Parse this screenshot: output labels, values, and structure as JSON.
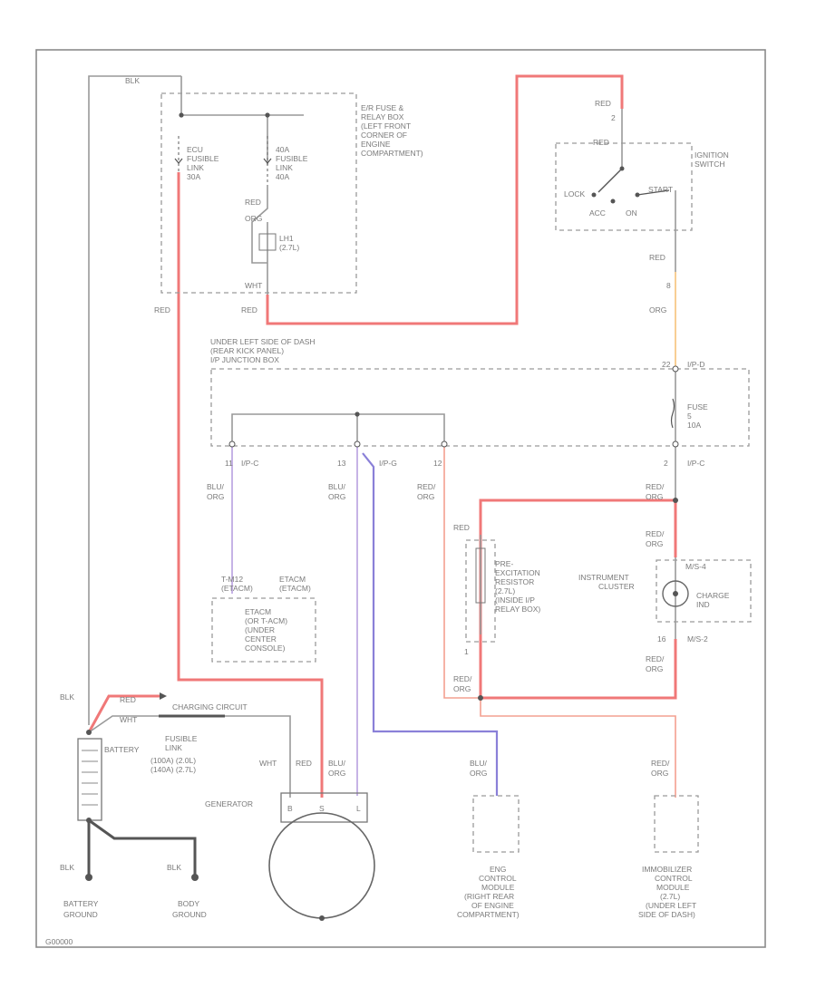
{
  "diagram": {
    "stamp": "G00000",
    "wire_labels": {
      "blk_top": "BLK",
      "red_fl1": "RED",
      "red_fl2": "RED",
      "orn_relay": "ORG",
      "wht_relay": "WHT",
      "red_left": "RED",
      "red_mid": "RED",
      "red_ign": "RED",
      "pin_ign_top": "2",
      "red_ign2": "RED",
      "ign_out": "RED",
      "pin_ign_bot": "8",
      "orn_ign": "ORG",
      "pin_fuse_top": "22",
      "pin_fuse_bot": "2",
      "conn_fuse_top": "I/P-D",
      "conn_fuse_bot": "I/P-C",
      "pin_11": "11",
      "pin_13": "13",
      "pin_12": "12",
      "conn_11": "I/P-C",
      "conn_13": "I/P-G",
      "blu_org_1": "BLU/",
      "blu_org_1b": "ORG",
      "blu_org_2": "BLU/",
      "blu_org_2b": "ORG",
      "red_org_12": "RED/",
      "red_org_12b": "ORG",
      "red_org_c": "RED/",
      "red_org_cb": "ORG",
      "red_res_top": "RED",
      "red_org_ic": "RED/",
      "red_org_icb": "ORG",
      "pin_res": "1",
      "red_org_res": "RED/",
      "red_org_resb": "ORG",
      "pin_ic_bot": "16",
      "conn_ic_bot": "M/S-2",
      "red_org_icb2": "RED/",
      "red_org_icb2b": "ORG",
      "blk_batt": "BLK",
      "red_batt": "RED",
      "wht_batt": "WHT",
      "blu_org_ecm": "BLU/",
      "blu_org_ecmb": "ORG",
      "red_org_imm": "RED/",
      "red_org_immb": "ORG",
      "wht_gen": "WHT",
      "red_gen": "RED",
      "blu_org_gen": "BLU/",
      "blu_org_genb": "ORG",
      "blk_bg": "BLK",
      "blk_body": "BLK"
    },
    "fuse_box": {
      "title": [
        "E/R FUSE &",
        "RELAY BOX",
        "(LEFT FRONT",
        "CORNER OF",
        "ENGINE",
        "COMPARTMENT)"
      ],
      "link1": [
        "ECU",
        "FUSIBLE",
        "LINK",
        "30A"
      ],
      "link2": [
        "40A",
        "FUSIBLE",
        "LINK",
        "40A"
      ],
      "relay": [
        "LH1",
        "(2.7L)"
      ]
    },
    "ignition": {
      "title": [
        "IGNITION",
        "SWITCH"
      ],
      "lock": "LOCK",
      "acc": "ACC",
      "on": "ON",
      "start": "START"
    },
    "dash_panel": {
      "title": [
        "UNDER LEFT SIDE OF DASH",
        "(REAR KICK PANEL)",
        "I/P JUNCTION BOX"
      ],
      "fuse": [
        "FUSE",
        "5",
        "10A"
      ]
    },
    "resistor": [
      "PRE-",
      "EXCITATION",
      "RESISTOR",
      "(2.7L)",
      "(INSIDE I/P",
      "RELAY BOX)"
    ],
    "cluster": {
      "label": [
        "INSTRUMENT",
        "CLUSTER"
      ],
      "conn": "M/S-4",
      "lamp": [
        "CHARGE",
        "IND"
      ]
    },
    "etacm": [
      "ETACM",
      "(OR T-ACM)",
      "(UNDER",
      "CENTER",
      "CONSOLE)"
    ],
    "etacm_pins": [
      "T-M12",
      "(ETACM)",
      "ETACM",
      "(ETACM)"
    ],
    "battery": {
      "label": "BATTERY",
      "fusible": [
        "FUSIBLE",
        "LINK",
        "(100A) (2.0L)",
        "(140A) (2.7L)"
      ],
      "circuit": "CHARGING CIRCUIT"
    },
    "generator": {
      "label": "GENERATOR",
      "pins": [
        "B",
        "S",
        "L"
      ]
    },
    "grounds": {
      "battery": [
        "BATTERY",
        "GROUND"
      ],
      "body": [
        "BODY",
        "GROUND"
      ]
    },
    "ecm": [
      "ENG",
      "CONTROL",
      "MODULE",
      "(RIGHT REAR",
      "OF ENGINE",
      "COMPARTMENT)"
    ],
    "immobilizer": [
      "IMMOBILIZER",
      "CONTROL",
      "MODULE",
      "(2.7L)",
      "(UNDER LEFT",
      "SIDE OF DASH)"
    ]
  }
}
